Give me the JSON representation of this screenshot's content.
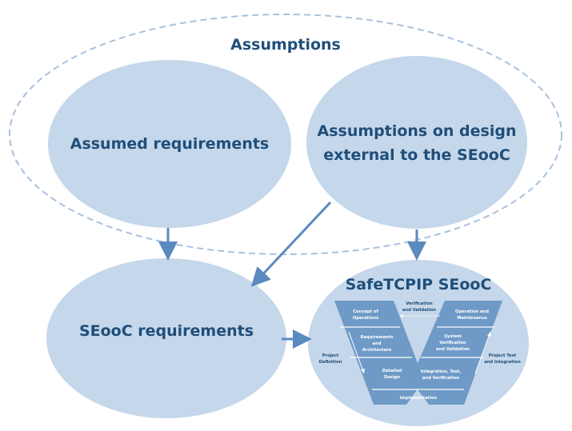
{
  "outer_label": "Assumptions",
  "bubbles": {
    "assumed_requirements": "Assumed requirements",
    "assumptions_design_line1": "Assumptions on design",
    "assumptions_design_line2": "external to the SEooC",
    "seooc_requirements": "SEooC requirements",
    "safetcpip_title": "SafeTCPIP SEooC"
  },
  "vmodel": {
    "concept_line1": "Concept of",
    "concept_line2": "Operations",
    "requirements_line1": "Requirements",
    "requirements_line2": "and",
    "requirements_line3": "Architecture",
    "detailed_line1": "Detailed",
    "detailed_line2": "Design",
    "implementation": "Implementation",
    "operation_line1": "Operation and",
    "operation_line2": "Maintenance",
    "system_line1": "System",
    "system_line2": "Verification",
    "system_line3": "and Validation",
    "integration_line1": "Integration, Test,",
    "integration_line2": "and Verification",
    "verification_line1": "Verification",
    "verification_line2": "and Validation",
    "project_def_line1": "Project",
    "project_def_line2": "Definition",
    "project_test_line1": "Project Test",
    "project_test_line2": "and Integration"
  },
  "colors": {
    "bubble_fill": "#c5d7ea",
    "dark_blue": "#1f4e79",
    "v_fill": "#6f9ac7",
    "arrow": "#5b8ac0",
    "dashed_outline": "#a9c1dc"
  }
}
